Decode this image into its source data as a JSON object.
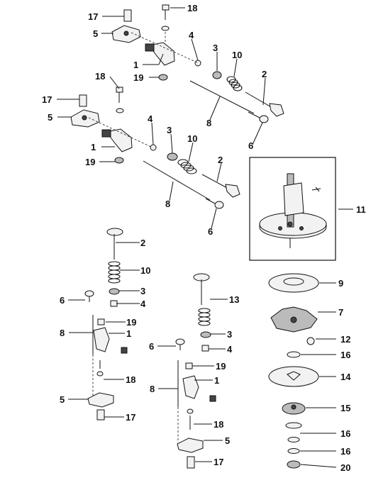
{
  "callouts": [
    {
      "id": "c1",
      "text": "17"
    },
    {
      "id": "c2",
      "text": "18"
    },
    {
      "id": "c3",
      "text": "5"
    },
    {
      "id": "c4",
      "text": "4"
    },
    {
      "id": "c5",
      "text": "3"
    },
    {
      "id": "c6",
      "text": "10"
    },
    {
      "id": "c7",
      "text": "1"
    },
    {
      "id": "c8",
      "text": "19"
    },
    {
      "id": "c9",
      "text": "18"
    },
    {
      "id": "c10",
      "text": "2"
    },
    {
      "id": "c11",
      "text": "17"
    },
    {
      "id": "c12",
      "text": "8"
    },
    {
      "id": "c13",
      "text": "5"
    },
    {
      "id": "c14",
      "text": "6"
    },
    {
      "id": "c15",
      "text": "4"
    },
    {
      "id": "c16",
      "text": "3"
    },
    {
      "id": "c17",
      "text": "1"
    },
    {
      "id": "c18",
      "text": "10"
    },
    {
      "id": "c19",
      "text": "19"
    },
    {
      "id": "c20",
      "text": "2"
    },
    {
      "id": "c21",
      "text": "11"
    },
    {
      "id": "c22",
      "text": "8"
    },
    {
      "id": "c23",
      "text": "6"
    },
    {
      "id": "c24",
      "text": "2"
    },
    {
      "id": "c25",
      "text": "10"
    },
    {
      "id": "c26",
      "text": "9"
    },
    {
      "id": "c27",
      "text": "3"
    },
    {
      "id": "c28",
      "text": "6"
    },
    {
      "id": "c29",
      "text": "4"
    },
    {
      "id": "c30",
      "text": "7"
    },
    {
      "id": "c31",
      "text": "19"
    },
    {
      "id": "c32",
      "text": "13"
    },
    {
      "id": "c33",
      "text": "8"
    },
    {
      "id": "c34",
      "text": "1"
    },
    {
      "id": "c35",
      "text": "12"
    },
    {
      "id": "c36",
      "text": "3"
    },
    {
      "id": "c37",
      "text": "6"
    },
    {
      "id": "c38",
      "text": "4"
    },
    {
      "id": "c39",
      "text": "16"
    },
    {
      "id": "c40",
      "text": "18"
    },
    {
      "id": "c41",
      "text": "19"
    },
    {
      "id": "c42",
      "text": "14"
    },
    {
      "id": "c43",
      "text": "1"
    },
    {
      "id": "c44",
      "text": "5"
    },
    {
      "id": "c45",
      "text": "8"
    },
    {
      "id": "c46",
      "text": "17"
    },
    {
      "id": "c47",
      "text": "15"
    },
    {
      "id": "c48",
      "text": "18"
    },
    {
      "id": "c49",
      "text": "16"
    },
    {
      "id": "c50",
      "text": "5"
    },
    {
      "id": "c51",
      "text": "16"
    },
    {
      "id": "c52",
      "text": "17"
    },
    {
      "id": "c53",
      "text": "20"
    }
  ]
}
